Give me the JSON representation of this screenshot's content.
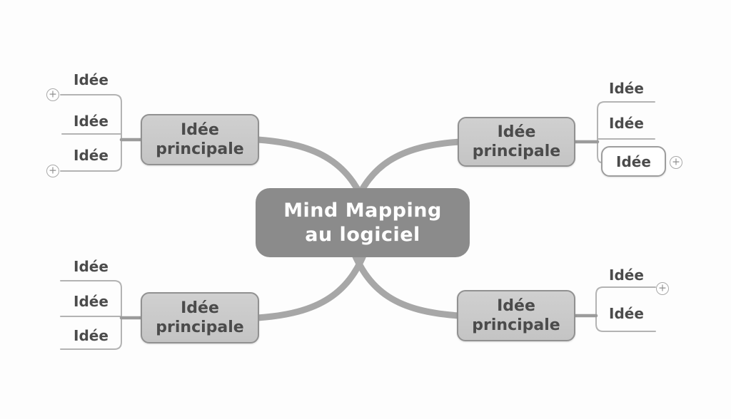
{
  "colors": {
    "background": "#fdfdfd",
    "central_fill": "#8b8b8b",
    "central_text": "#ffffff",
    "branch_fill": "#c9c9c9",
    "branch_border": "#919191",
    "topic_text": "#4b4b4b",
    "curve": "#a7a7a7",
    "subline": "#b3b3b3",
    "connector": "#9b9b9b",
    "box_fill": "#ffffff",
    "box_border": "#9d9d9d",
    "plus_border": "#a9a9a9",
    "plus_glyph": "#8f8f8f"
  },
  "central_node": {
    "label": "Mind Mapping\nau logiciel"
  },
  "branches": [
    {
      "name": "top-left",
      "label": "Idée\nprincipale",
      "subtopics": [
        {
          "label": "Idée"
        },
        {
          "label": "Idée"
        },
        {
          "label": "Idée"
        }
      ]
    },
    {
      "name": "top-right",
      "label": "Idée\nprincipale",
      "subtopics": [
        {
          "label": "Idée"
        },
        {
          "label": "Idée"
        },
        {
          "label": "Idée",
          "boxed": true
        }
      ]
    },
    {
      "name": "bottom-left",
      "label": "Idée\nprincipale",
      "subtopics": [
        {
          "label": "Idée"
        },
        {
          "label": "Idée"
        },
        {
          "label": "Idée"
        }
      ]
    },
    {
      "name": "bottom-right",
      "label": "Idée\nprincipale",
      "subtopics": [
        {
          "label": "Idée"
        },
        {
          "label": "Idée"
        }
      ]
    }
  ],
  "icons": {
    "plus": "+"
  }
}
